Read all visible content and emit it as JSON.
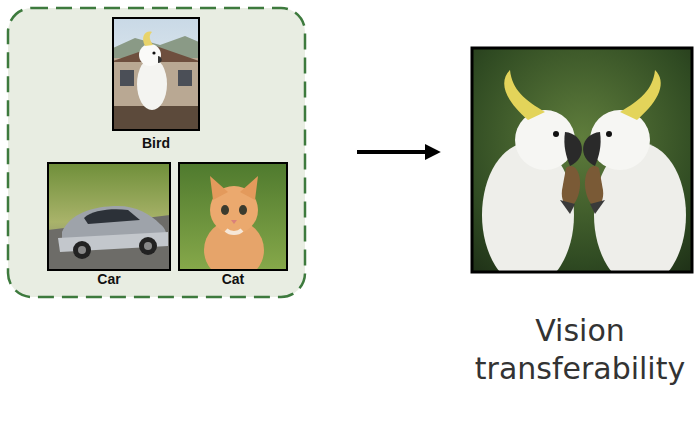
{
  "diagram": {
    "caption": "Vision transferability",
    "nodes": [
      {
        "text": [
          "Bird"
        ]
      },
      {
        "text": [
          "Car"
        ]
      },
      {
        "text": [
          "Cat"
        ]
      }
    ]
  }
}
